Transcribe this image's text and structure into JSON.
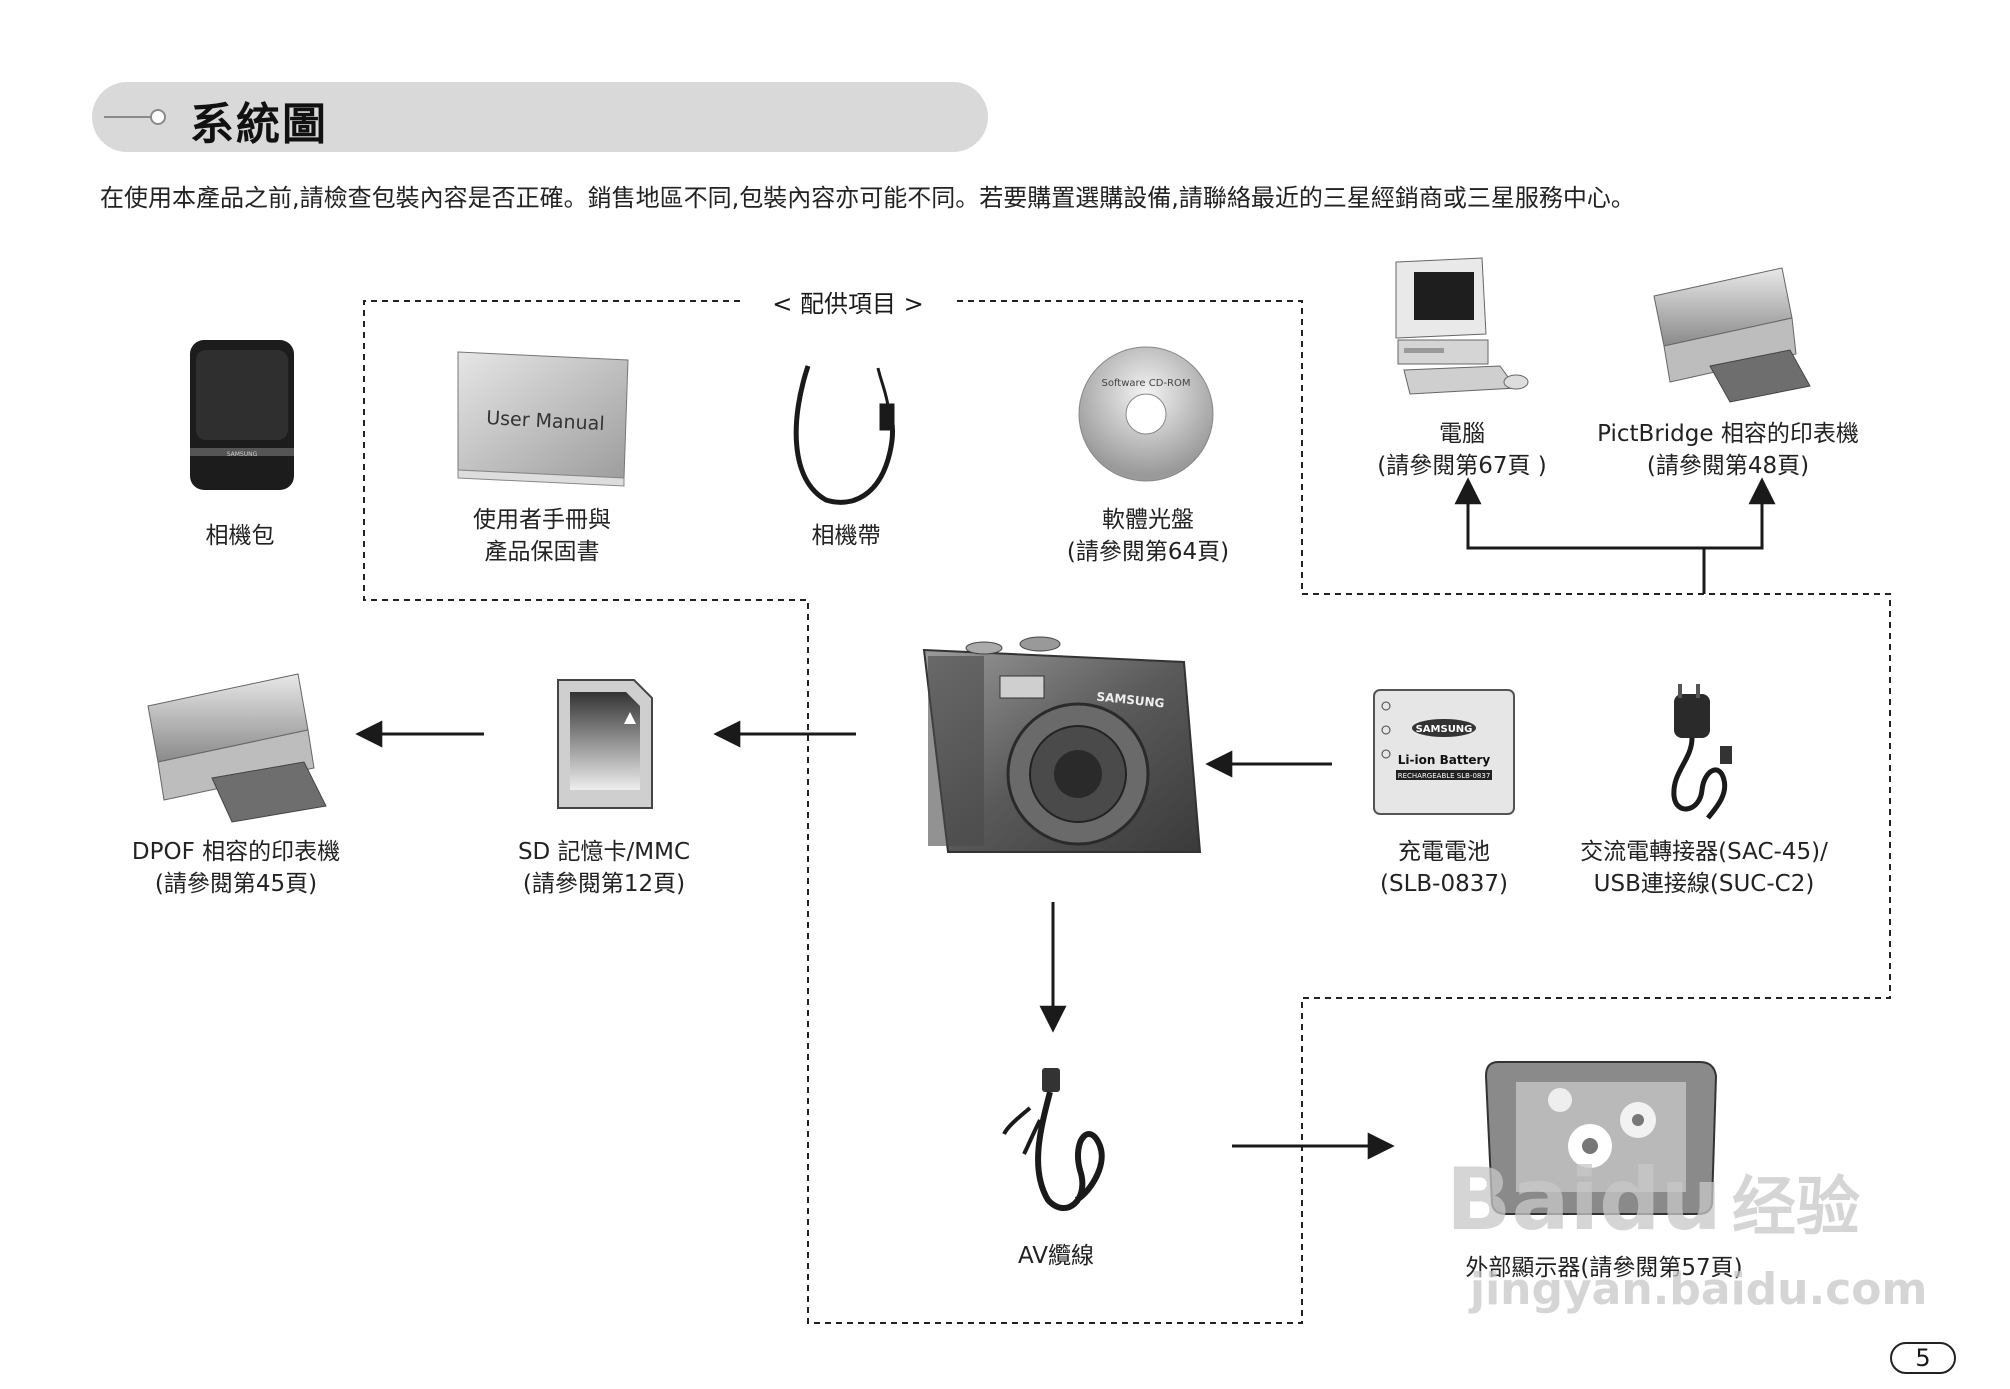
{
  "title": "系統圖",
  "intro": "在使用本產品之前,請檢查包裝內容是否正確。銷售地區不同,包裝內容亦可能不同。若要購置選購設備,請聯絡最近的三星經銷商或三星服務中心。",
  "included_label": "< 配供項目 >",
  "items": {
    "camera_case": {
      "line1": "相機包"
    },
    "user_manual": {
      "line1": "使用者手冊與",
      "line2": "產品保固書",
      "cover_text": "User Manual"
    },
    "strap": {
      "line1": "相機帶"
    },
    "software_cd": {
      "line1": "軟體光盤",
      "line2": "(請參閱第64頁)",
      "disc_text": "Software CD-ROM"
    },
    "pc": {
      "line1": "電腦",
      "line2": "(請參閱第67頁 )"
    },
    "pictbridge_printer": {
      "line1": "PictBridge 相容的印表機",
      "line2": "(請參閱第48頁)"
    },
    "dpof_printer": {
      "line1": "DPOF 相容的印表機",
      "line2": "(請參閱第45頁)"
    },
    "sd_card": {
      "line1": "SD 記憶卡/MMC",
      "line2": "(請參閱第12頁)"
    },
    "battery": {
      "line1": "充電電池",
      "line2": "(SLB-0837)",
      "brand": "SAMSUNG",
      "type": "Li-ion Battery",
      "model": "RECHARGEABLE SLB-0837"
    },
    "ac_adapter": {
      "line1": "交流電轉接器(SAC-45)/",
      "line2": "USB連接線(SUC-C2)"
    },
    "av_cable": {
      "line1": "AV纜線"
    },
    "external_monitor": {
      "line1": "外部顯示器(請參閱第57頁)"
    }
  },
  "camera_brand": "SAMSUNG",
  "page_number": "5",
  "watermark": {
    "main": "Baidu",
    "cn": "经验",
    "url": "jingyan.baidu.com"
  },
  "colors": {
    "title_bar": "#d9d9d9",
    "line": "#1a1a1a"
  }
}
